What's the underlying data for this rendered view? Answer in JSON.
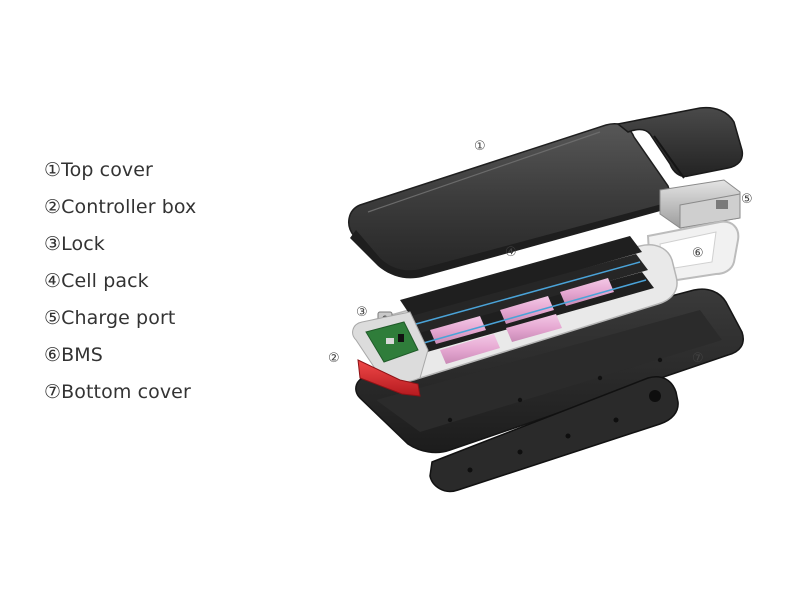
{
  "legend": {
    "items": [
      {
        "marker": "①",
        "label": "Top cover"
      },
      {
        "marker": "②",
        "label": "Controller box"
      },
      {
        "marker": "③",
        "label": "Lock"
      },
      {
        "marker": "④",
        "label": "Cell pack"
      },
      {
        "marker": "⑤",
        "label": "Charge port"
      },
      {
        "marker": "⑥",
        "label": "BMS"
      },
      {
        "marker": "⑦",
        "label": "Bottom cover"
      }
    ]
  },
  "callouts": [
    "①",
    "②",
    "③",
    "④",
    "⑤",
    "⑥",
    "⑦"
  ],
  "colors": {
    "cover_dark": "#3c3c3c",
    "cover_edge": "#1f1f1f",
    "cell_pink": "#e6a8d2",
    "controller_red": "#d9262b",
    "pcb_green": "#2f7d3a",
    "charge_port_silver": "#bdbdbd"
  }
}
